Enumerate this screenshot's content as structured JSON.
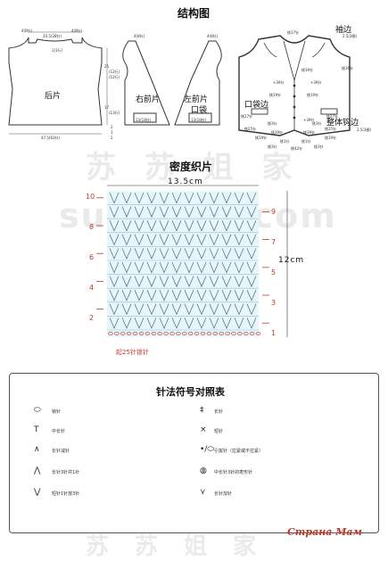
{
  "structure": {
    "title": "结构图",
    "back": {
      "label": "后片",
      "top_dim": "20.5(28针)",
      "neck_left": "4(8针)",
      "neck_right": "4(8针)",
      "neck_depth": "1(1行)",
      "side_a": "25",
      "side_a2": "(12行)",
      "side_b": "(12行)",
      "side_c": "17",
      "side_d": "(13行)",
      "bottom_dim": "47.5(63针)",
      "small_a": "2",
      "small_b": "1",
      "small_c": "2"
    },
    "right_front": {
      "label": "右前片",
      "top": "4(8针)",
      "pocket": "13(18针)"
    },
    "left_front": {
      "label": "左前片",
      "top": "4(8针)",
      "pocket_label": "口袋",
      "pocket": "13(18针)"
    },
    "finished": {
      "sleeve_edge": "袖边",
      "sleeve_dim": "2.5(3圈)",
      "pocket_edge": "口袋边",
      "overall_edge": "整体钩边",
      "overall_dim": "2.5(3圈)",
      "neck_dim": "挑37针",
      "side_pick": "挑36针",
      "a1": "挑39针",
      "a2": "+39针",
      "a3": "+39针",
      "a4": "+39针",
      "b1": "挑19针",
      "b2": "挑19针",
      "c1": "挑27针",
      "c2": "挑27针",
      "d1": "挑3针",
      "d2": "挑3针",
      "e1": "挑25针",
      "e2": "挑25针",
      "f1": "挑39针",
      "f2": "挑39针",
      "g1": "挑1针",
      "g2": "挑1针",
      "h1": "挑19针",
      "h2": "挑19针",
      "bot1": "挑3针",
      "bot2": "挑3针",
      "bot3": "挑42针"
    }
  },
  "density": {
    "title": "密度织片",
    "width_label": "13.5cm",
    "height_label": "12cm",
    "right_rows": [
      "9",
      "7",
      "5",
      "3",
      "1"
    ],
    "left_rows": [
      "10",
      "8",
      "6",
      "4",
      "2"
    ],
    "start_label": "起25针锁针"
  },
  "watermarks": {
    "w1": "苏 苏 姐 家",
    "w2": "susanwu.com",
    "w3": "苏 苏 姐 家"
  },
  "legend": {
    "title": "针法符号对照表",
    "items_left": [
      {
        "sym": "⬭",
        "icon": "chain-stitch-icon",
        "text": "锁针"
      },
      {
        "sym": "T",
        "icon": "half-double-icon",
        "text": "中长针"
      },
      {
        "sym": "∧",
        "icon": "dc-decrease-icon",
        "text": "长针减针"
      },
      {
        "sym": "⋀",
        "icon": "dc3tog-icon",
        "text": "长针3针并1针"
      },
      {
        "sym": "⋁",
        "icon": "sc3inc-icon",
        "text": "短针1针放3针"
      }
    ],
    "items_right": [
      {
        "sym": "‡",
        "icon": "double-crochet-icon",
        "text": "长针"
      },
      {
        "sym": "×",
        "icon": "single-crochet-icon",
        "text": "短针"
      },
      {
        "sym": "•/⬭",
        "icon": "slip-stitch-icon",
        "text": "引拔针（拉紧或不拉紧）"
      },
      {
        "sym": "◍",
        "icon": "bobble-icon",
        "text": "中长针3针的枣形针"
      },
      {
        "sym": "⋎",
        "icon": "dc-increase-icon",
        "text": "长针加针"
      }
    ]
  },
  "footer": {
    "logo": "Страна Мам"
  }
}
